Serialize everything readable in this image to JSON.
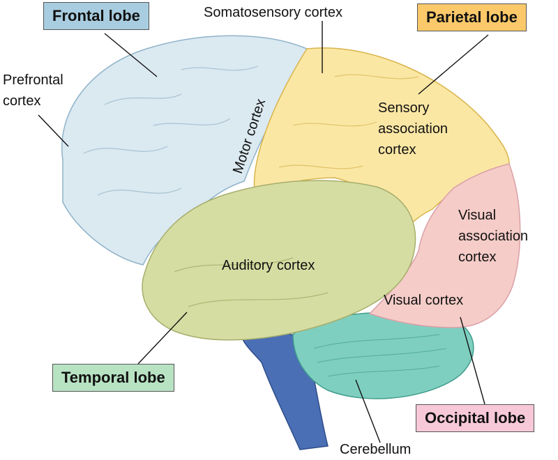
{
  "lobes": {
    "frontal": {
      "label": "Frontal lobe",
      "color": "#a9cde0"
    },
    "parietal": {
      "label": "Parietal lobe",
      "color": "#fbc96a"
    },
    "temporal": {
      "label": "Temporal lobe",
      "color": "#b8e3c3"
    },
    "occipital": {
      "label": "Occipital lobe",
      "color": "#f7c9d8"
    }
  },
  "regions": {
    "somatosensory": "Somatosensory cortex",
    "prefrontal_line1": "Prefrontal",
    "prefrontal_line2": "cortex",
    "motor": "Motor cortex",
    "sensory_line1": "Sensory",
    "sensory_line2": "association",
    "sensory_line3": "cortex",
    "visual_assoc_line1": "Visual",
    "visual_assoc_line2": "association",
    "visual_assoc_line3": "cortex",
    "auditory": "Auditory cortex",
    "visual": "Visual cortex",
    "cerebellum": "Cerebellum"
  },
  "colors": {
    "frontal_fill": "#dbe9f1",
    "parietal_fill": "#fbe7a4",
    "temporal_fill": "#d6dda3",
    "occipital_fill": "#f5ccc8",
    "cerebellum_fill": "#7fcfc0",
    "brainstem_fill": "#4a6fb5"
  }
}
